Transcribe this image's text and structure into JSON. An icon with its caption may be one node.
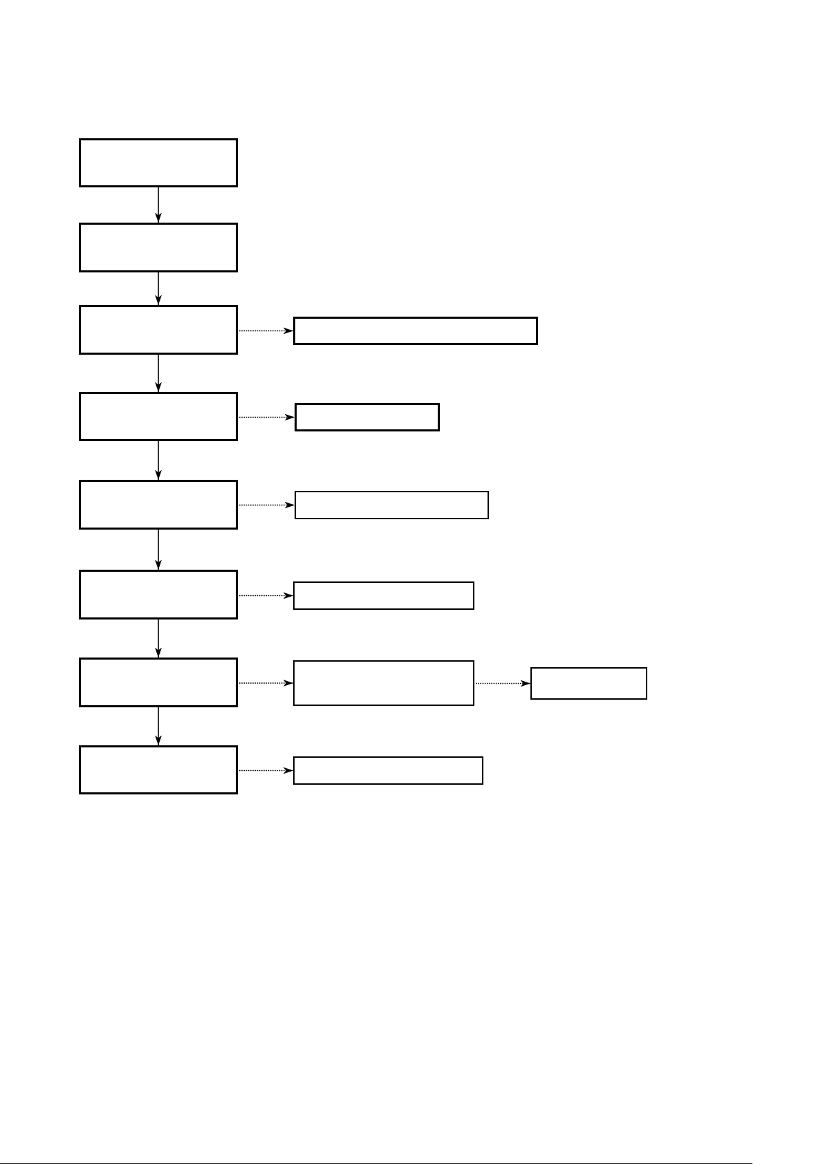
{
  "diagram": {
    "nodes": [
      {
        "text": [],
        "shape": "box"
      },
      {
        "text": [],
        "shape": "box"
      },
      {
        "text": [],
        "shape": "box"
      },
      {
        "text": [],
        "shape": "box"
      },
      {
        "text": [],
        "shape": "box"
      },
      {
        "text": [],
        "shape": "box"
      },
      {
        "text": [],
        "shape": "box"
      },
      {
        "text": [],
        "shape": "box"
      },
      {
        "text": [],
        "shape": "box"
      },
      {
        "text": [],
        "shape": "box"
      },
      {
        "text": [],
        "shape": "box"
      },
      {
        "text": [],
        "shape": "box"
      },
      {
        "text": [],
        "shape": "box"
      },
      {
        "text": [],
        "shape": "box"
      },
      {
        "text": [],
        "shape": "box"
      }
    ],
    "edges": [
      {
        "from": 0,
        "to": 1,
        "arrow": "to"
      },
      {
        "from": 1,
        "to": 2,
        "arrow": "to"
      },
      {
        "from": 2,
        "to": 3,
        "arrow": "to",
        "style": "dashed"
      },
      {
        "from": 2,
        "to": 4,
        "arrow": "to"
      },
      {
        "from": 4,
        "to": 5,
        "arrow": "to",
        "style": "dashed"
      },
      {
        "from": 4,
        "to": 6,
        "arrow": "to"
      },
      {
        "from": 6,
        "to": 7,
        "arrow": "to",
        "style": "dashed"
      },
      {
        "from": 6,
        "to": 8,
        "arrow": "to"
      },
      {
        "from": 8,
        "to": 9,
        "arrow": "to",
        "style": "dashed"
      },
      {
        "from": 8,
        "to": 10,
        "arrow": "to"
      },
      {
        "from": 10,
        "to": 11,
        "arrow": "to",
        "style": "dashed"
      },
      {
        "from": 11,
        "to": 12,
        "arrow": "to",
        "style": "dashed"
      },
      {
        "from": 10,
        "to": 13,
        "arrow": "to"
      },
      {
        "from": 13,
        "to": 14,
        "arrow": "to",
        "style": "dashed"
      }
    ]
  }
}
